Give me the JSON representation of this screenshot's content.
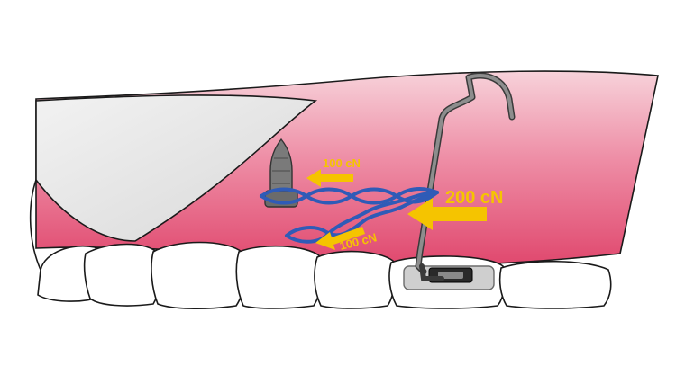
{
  "labels": {
    "force_top": "100 cN",
    "force_main": "200 cN",
    "force_bottom": "100 cN"
  },
  "colors": {
    "gingiva_light": "#f6c9d2",
    "gingiva_dark": "#e0486e",
    "force_arrow": "#f5c400",
    "chain": "#2f5bb7",
    "wire": "#6b6b6b",
    "mini_screw": "#7a7a7a",
    "attachment": "#bdbdbd",
    "cheek": "#e4e4e4",
    "outline": "#1a1a1a"
  }
}
